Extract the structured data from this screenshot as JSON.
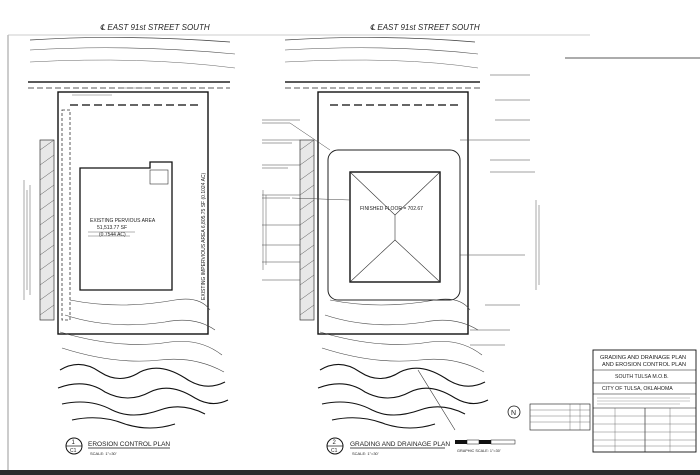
{
  "sheet": {
    "street_left": "℄ EAST 91st STREET SOUTH",
    "street_right": "℄ EAST 91st STREET SOUTH",
    "left_plan": {
      "area_label_1": "EXISTING PERVIOUS AREA",
      "area_label_2": "51,513.77 SF",
      "area_label_3": "(0.7544 AC)",
      "impervious_label": "EXISTING IMPERVIOUS AREA 6,805.75 SF (0.1024 AC)",
      "title_number": "1",
      "title_sheet": "C1",
      "title": "EROSION CONTROL PLAN",
      "scale": "SCALE: 1\"=30'"
    },
    "right_plan": {
      "floor_label": "FINISHED FLOOR = 702.67",
      "title_number": "2",
      "title_sheet": "C1",
      "title": "GRADING AND DRAINAGE PLAN",
      "scale": "SCALE: 1\"=30'",
      "graphic_scale": "GRAPHIC SCALE: 1\"=30'"
    },
    "title_block": {
      "line1": "GRADING AND DRAINAGE PLAN",
      "line2": "AND EROSION CONTROL PLAN",
      "project": "SOUTH TULSA M.O.B.",
      "city": "CITY OF TULSA, OKLAHOMA"
    },
    "north_arrow": "N"
  }
}
